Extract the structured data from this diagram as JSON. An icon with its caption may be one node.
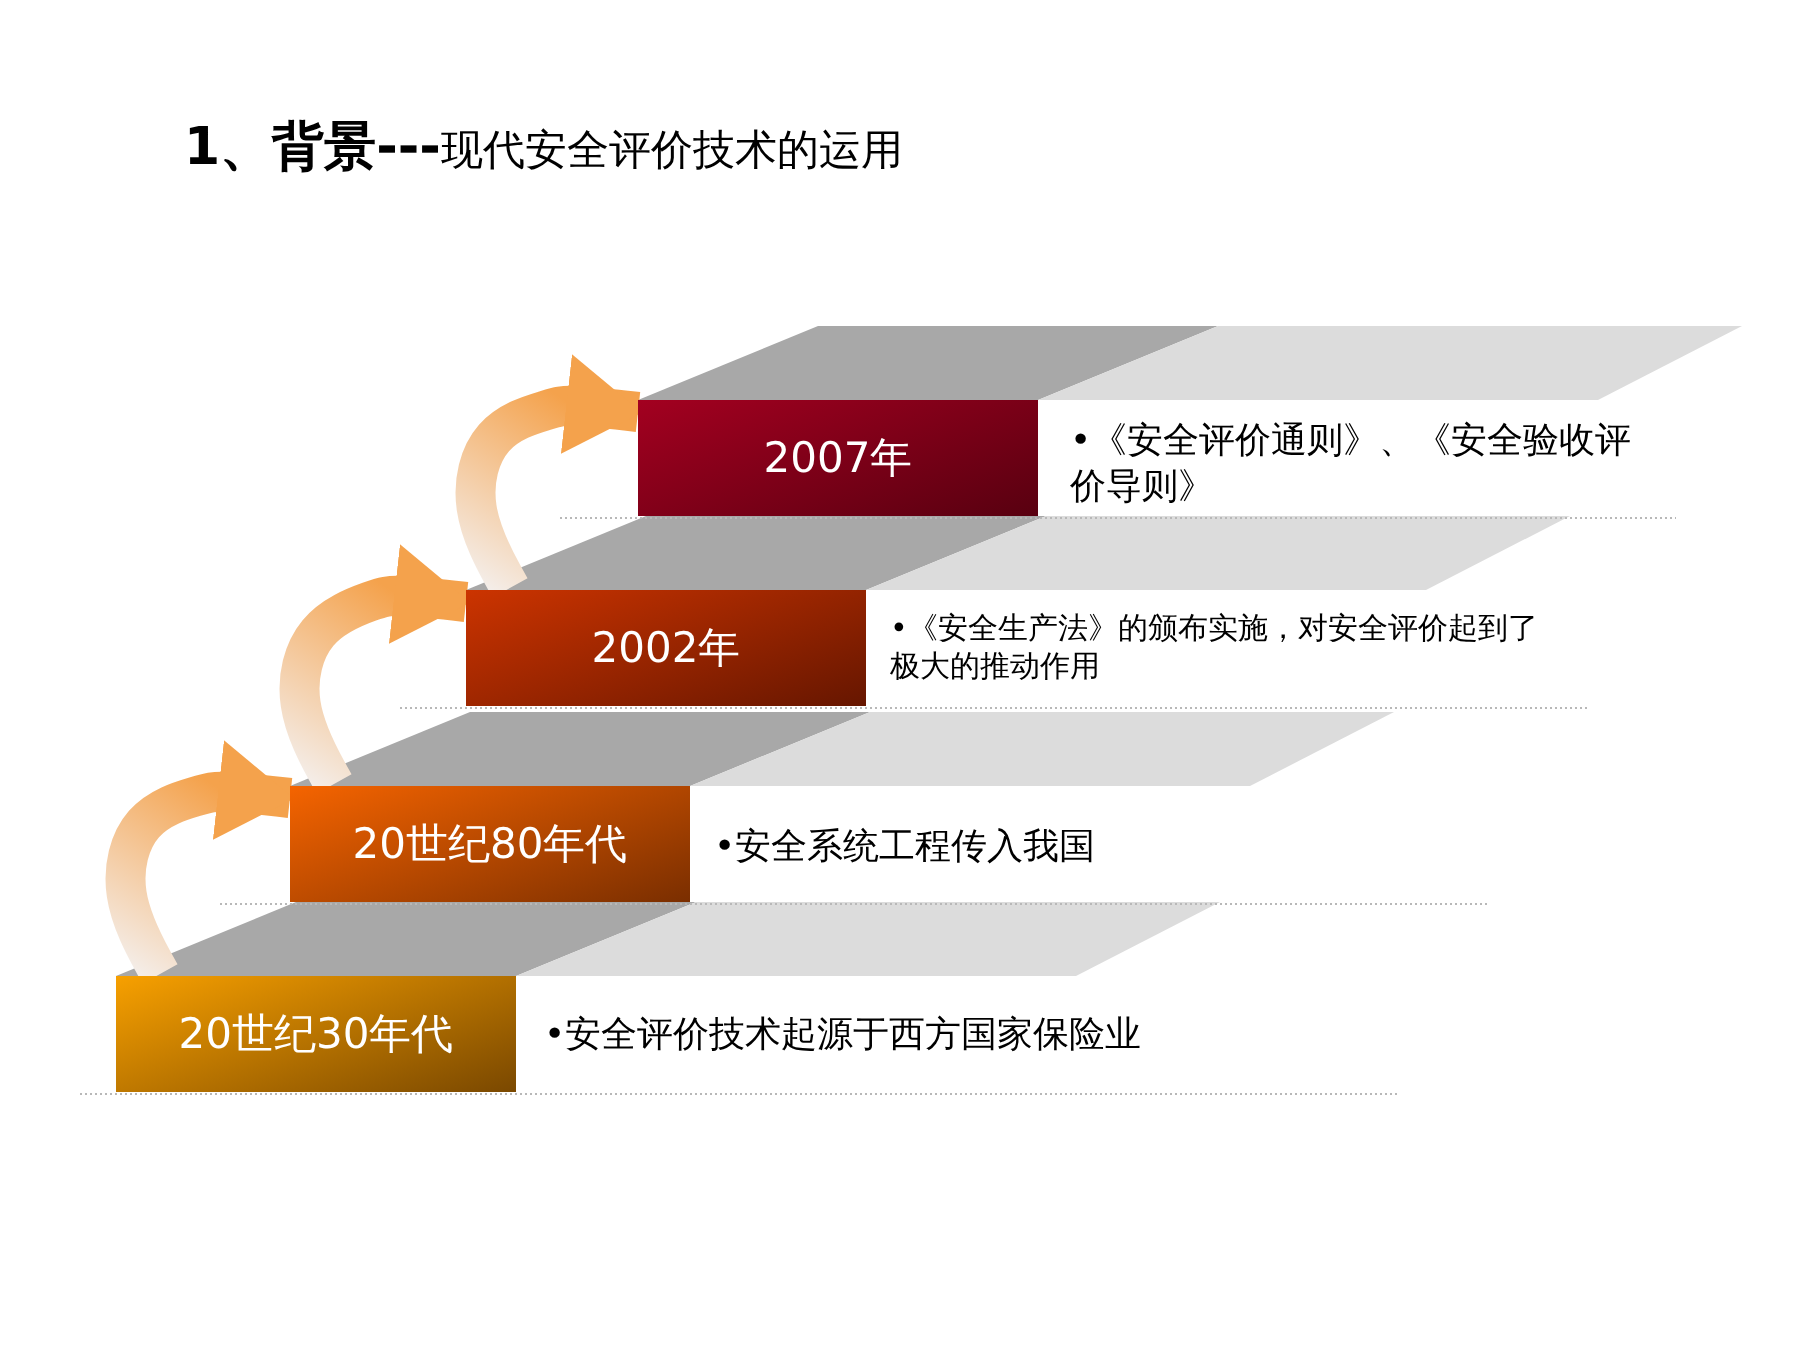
{
  "diagram": {
    "title": "**1、背景---**现代安全评价技术的运用",
    "nodes": [
      {
        "text": [
          "20世纪30年代"
        ],
        "beside": [
          "•安全评价技术起源于西方国家保险业"
        ]
      },
      {
        "text": [
          "20世纪80年代"
        ],
        "beside": [
          "•安全系统工程传入我国"
        ]
      },
      {
        "text": [
          "2002年"
        ],
        "beside": [
          "•《安全生产法》的颁布实施，对安全评价起到了极大的推动作用"
        ]
      },
      {
        "text": [
          "2007年"
        ],
        "beside": [
          "•《安全评价通则》、《安全验收评价导则》"
        ]
      }
    ],
    "edges": [
      {
        "from": 0,
        "to": 1,
        "arrow": "to"
      },
      {
        "from": 1,
        "to": 2,
        "arrow": "to"
      },
      {
        "from": 2,
        "to": 3,
        "arrow": "to"
      }
    ]
  }
}
